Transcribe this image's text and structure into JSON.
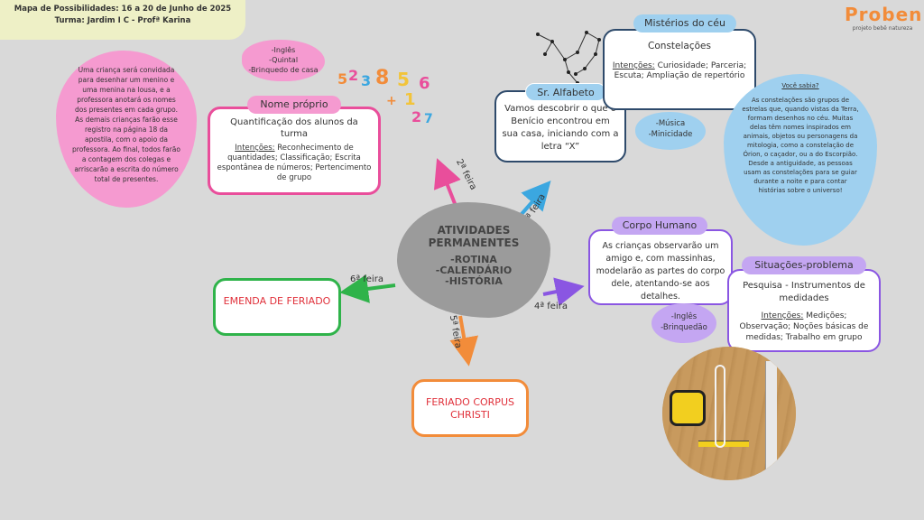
{
  "header": {
    "line1": "Mapa de Possibilidades: 16 a 20 de Junho de 2025",
    "line2": "Turma: Jardim I C - Profª Karina"
  },
  "logo": {
    "text": "Proben",
    "subtitle": "projeto bebê natureza"
  },
  "center": {
    "title": "ATIVIDADES PERMANENTES",
    "items": [
      "-ROTINA",
      "-CALENDÁRIO",
      "-HISTÓRIA"
    ]
  },
  "days": {
    "monday": "2ª feira",
    "tuesday": "3ª feira",
    "wednesday": "4ª feira",
    "thursday": "5ª feira",
    "friday": "6ª feira"
  },
  "monday": {
    "tag": "Nome próprio",
    "description": "Quantificação dos alunos da turma",
    "intentions_label": "Intenções:",
    "intentions": "Reconhecimento de quantidades; Classificação; Escrita espontânea de números; Pertencimento de grupo",
    "extras": [
      "-Inglês",
      "-Quintal",
      "-Brinquedo de casa"
    ],
    "note": "Uma criança será convidada para desenhar um menino e uma menina na lousa, e a professora anotará os nomes dos presentes em cada grupo. As demais crianças farão esse registro na página 18 da apostila, com o apoio da professora. Ao final, todos farão a contagem dos colegas e arriscarão a escrita do número total de presentes."
  },
  "tuesday": {
    "tag": "Sr. Alfabeto",
    "description": "Vamos descobrir o que o Benício encontrou em sua casa, iniciando com a letra “X”",
    "mystery_tag": "Mistérios do céu",
    "mystery_title": "Constelações",
    "intentions_label": "Intenções:",
    "intentions": "Curiosidade; Parceria; Escuta; Ampliação de repertório",
    "extras": [
      "-Música",
      "-Minicidade"
    ],
    "fact_title": "Você sabia?",
    "fact": "As constelações são grupos de estrelas que, quando vistas da Terra, formam desenhos no céu. Muitas delas têm nomes inspirados em animais, objetos ou personagens da mitologia, como a constelação de Órion, o caçador, ou a do Escorpião. Desde a antiguidade, as pessoas usam as constelações para se guiar durante a noite e para contar histórias sobre o universo!"
  },
  "wednesday": {
    "tag": "Corpo Humano",
    "description": "As crianças observarão um amigo e, com massinhas, modelarão as partes do corpo dele, atentando-se aos detalhes.",
    "problem_tag": "Situações-problema",
    "problem_title": "Pesquisa - Instrumentos de medidades",
    "intentions_label": "Intenções:",
    "intentions": "Medições; Observação; Noções básicas de medidas; Trabalho em grupo",
    "extras": [
      "-Inglês",
      "-Brinquedão"
    ]
  },
  "thursday": {
    "text": "FERIADO CORPUS CHRISTI"
  },
  "friday": {
    "text": "EMENDA DE FERIADO"
  },
  "numbers_deco": [
    "5",
    "2",
    "3",
    "8",
    "5",
    "6",
    "1",
    "+",
    "2",
    "7"
  ],
  "colors": {
    "pink": "#e94e9b",
    "blue": "#3ba7e0",
    "purple": "#8a56e2",
    "green": "#2fb34a",
    "orange": "#f28c3a",
    "red": "#e0303a"
  }
}
